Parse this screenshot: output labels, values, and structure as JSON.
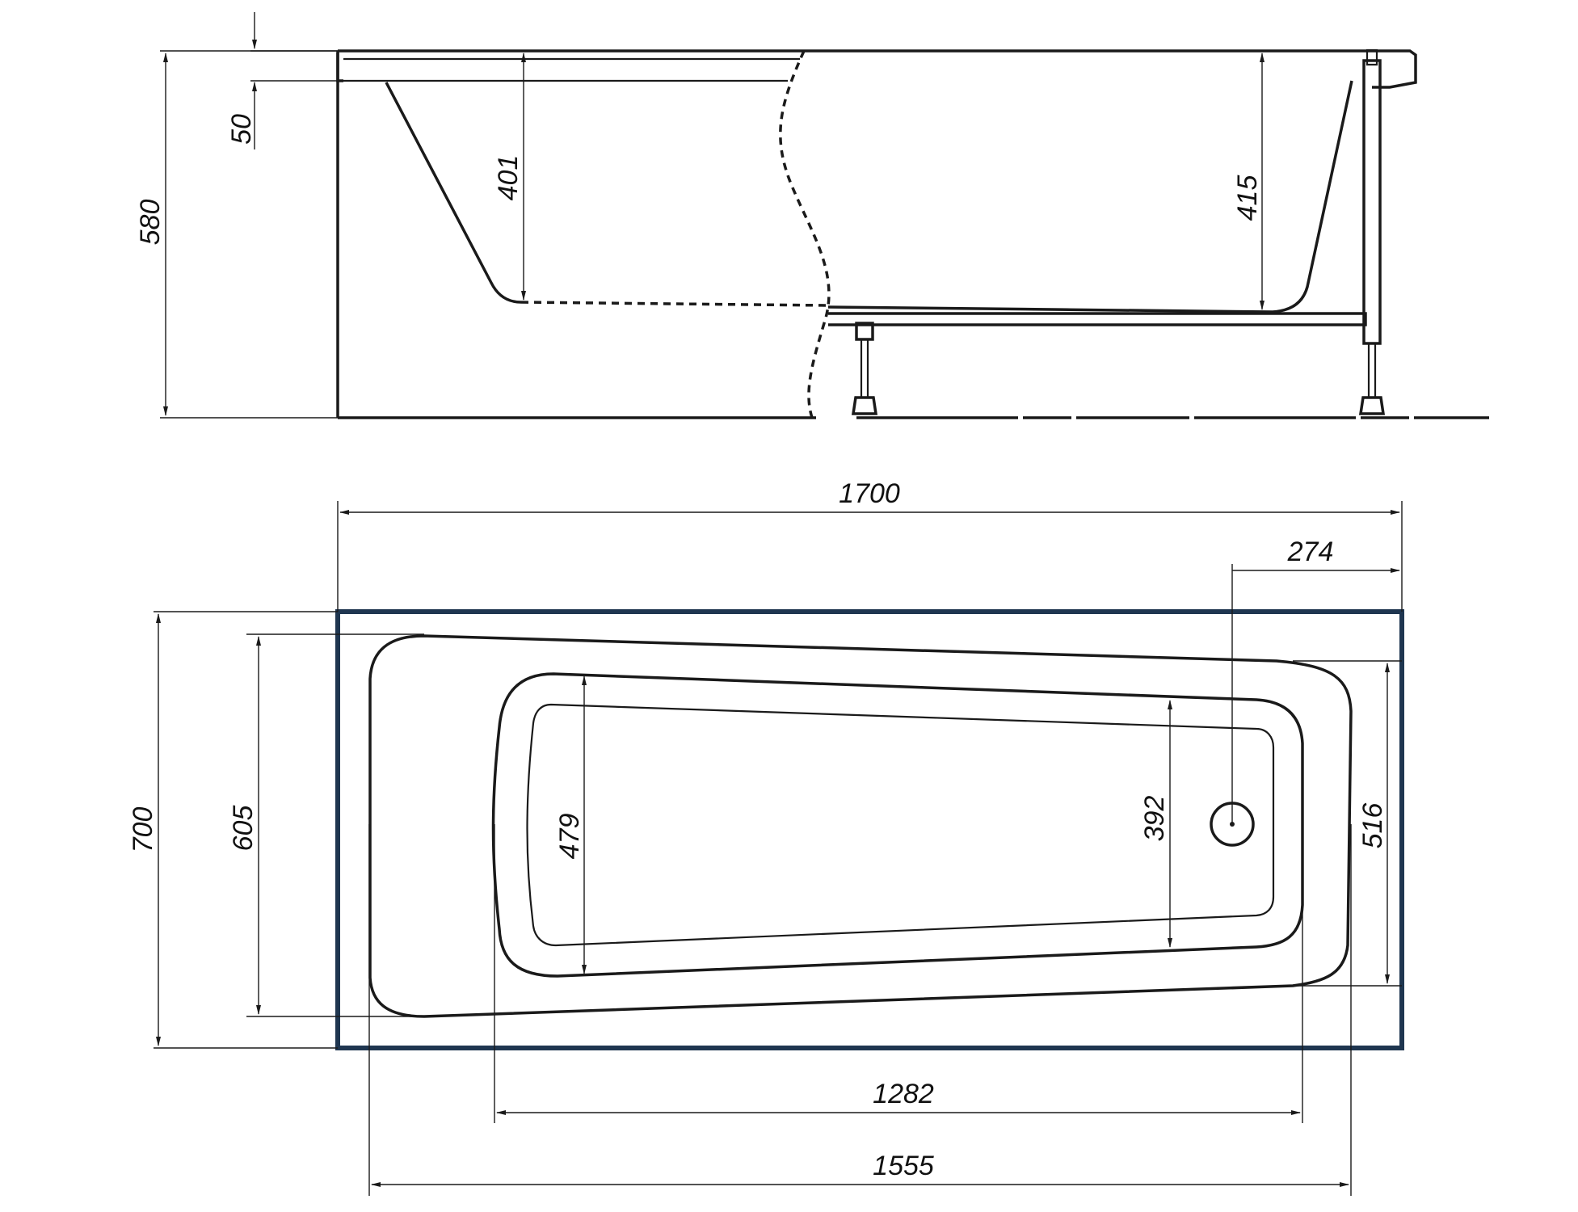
{
  "colors": {
    "line": "#1a1a1a",
    "frame": "#1f3650",
    "background": "#ffffff"
  },
  "side_view": {
    "dims": {
      "rim": "50",
      "height": "580",
      "depth_left": "401",
      "depth_right": "415"
    }
  },
  "top_view": {
    "dims": {
      "length": "1700",
      "drain_offset": "274",
      "width": "700",
      "inner_width": "605",
      "basin_width_left": "479",
      "basin_width_right": "392",
      "end_width": "516",
      "basin_length": "1282",
      "inner_length": "1555"
    }
  }
}
